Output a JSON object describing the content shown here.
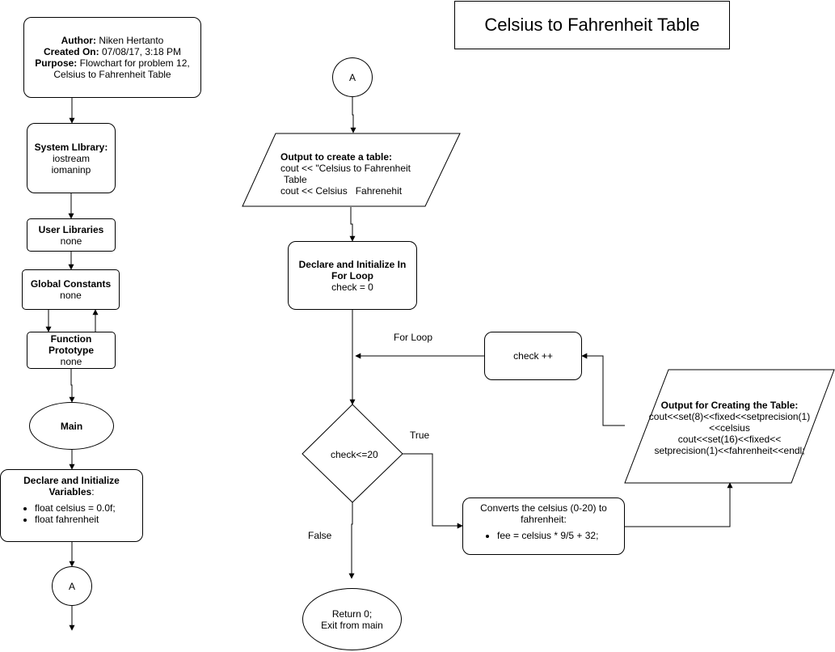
{
  "title": "Celsius to Fahrenheit Table",
  "header": {
    "author_label": "Author:",
    "author": "Niken Hertanto",
    "created_label": "Created On:",
    "created": "07/08/17, 3:18 PM",
    "purpose_label": "Purpose:",
    "purpose_line1": "Flowchart for problem 12,",
    "purpose_line2": "Celsius to Fahrenheit Table"
  },
  "system_library": {
    "title": "System LIbrary:",
    "line1": "iostream",
    "line2": "iomaninp"
  },
  "user_libraries": {
    "title": "User Libraries",
    "value": "none"
  },
  "global_constants": {
    "title": "Global Constants",
    "value": "none"
  },
  "function_prototype": {
    "title_line1": "Function",
    "title_line2": "Prototype",
    "value": "none"
  },
  "main": {
    "label": "Main"
  },
  "declare_vars": {
    "title_line1": "Declare and Initialize",
    "title_line2": "Variables",
    "title_suffix": ":",
    "items": [
      "float celsius = 0.0f;",
      "float fahrenheit"
    ]
  },
  "connector_label": "A",
  "output_table": {
    "title": "Output to create a table:",
    "line1": "cout << \"Celsius to Fahrenheit",
    "line2": "Table",
    "line3": "cout << Celsius   Fahrenehit"
  },
  "declare_loop": {
    "title_line1": "Declare and Initialize In",
    "title_line2": "For Loop",
    "value": "check = 0"
  },
  "for_loop_label": "For Loop",
  "increment": {
    "label": "check ++"
  },
  "decision": {
    "label": "check<=20",
    "true_label": "True",
    "false_label": "False"
  },
  "output_creating": {
    "title": "Output for Creating the Table:",
    "line1": "cout<<set(8)<<fixed<<setprecision(1)",
    "line2": "<<celsius",
    "line3": "cout<<set(16)<<fixed<<",
    "line4": "setprecision(1)<<fahrenheit<<endl;"
  },
  "converts": {
    "line1": "Converts the celsius (0-20) to",
    "line2": "fahrenheit:",
    "item": "fee = celsius * 9/5 + 32;"
  },
  "return_node": {
    "line1": "Return 0;",
    "line2": "Exit from main"
  }
}
